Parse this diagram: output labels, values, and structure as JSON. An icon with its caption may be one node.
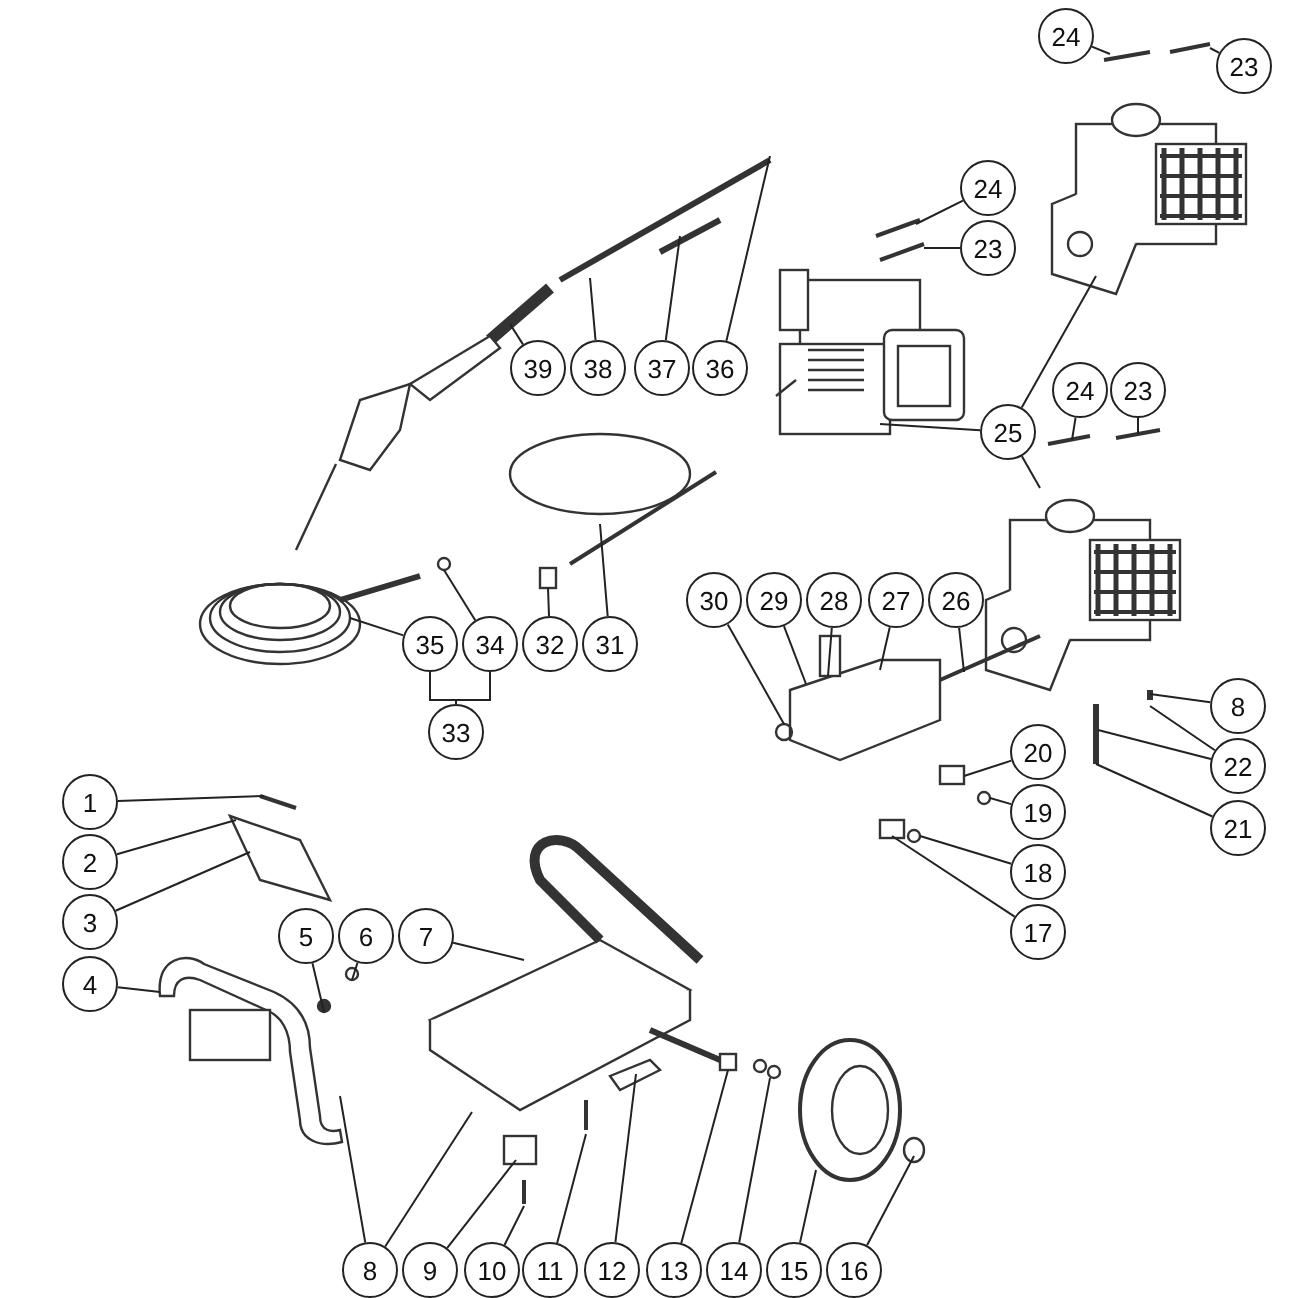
{
  "diagram": {
    "nodes": [
      {
        "text": [
          "24"
        ]
      },
      {
        "text": [
          "23"
        ]
      },
      {
        "text": [
          "24"
        ]
      },
      {
        "text": [
          "23"
        ]
      },
      {
        "text": [
          "39"
        ]
      },
      {
        "text": [
          "38"
        ]
      },
      {
        "text": [
          "37"
        ]
      },
      {
        "text": [
          "36"
        ]
      },
      {
        "text": [
          "24"
        ]
      },
      {
        "text": [
          "23"
        ]
      },
      {
        "text": [
          "25"
        ]
      },
      {
        "text": [
          "30"
        ]
      },
      {
        "text": [
          "29"
        ]
      },
      {
        "text": [
          "28"
        ]
      },
      {
        "text": [
          "27"
        ]
      },
      {
        "text": [
          "26"
        ]
      },
      {
        "text": [
          "35"
        ]
      },
      {
        "text": [
          "34"
        ]
      },
      {
        "text": [
          "32"
        ]
      },
      {
        "text": [
          "31"
        ]
      },
      {
        "text": [
          "8"
        ]
      },
      {
        "text": [
          "33"
        ]
      },
      {
        "text": [
          "20"
        ]
      },
      {
        "text": [
          "22"
        ]
      },
      {
        "text": [
          "19"
        ]
      },
      {
        "text": [
          "1"
        ]
      },
      {
        "text": [
          "21"
        ]
      },
      {
        "text": [
          "2"
        ]
      },
      {
        "text": [
          "18"
        ]
      },
      {
        "text": [
          "3"
        ]
      },
      {
        "text": [
          "17"
        ]
      },
      {
        "text": [
          "5"
        ]
      },
      {
        "text": [
          "6"
        ]
      },
      {
        "text": [
          "7"
        ]
      },
      {
        "text": [
          "4"
        ]
      },
      {
        "text": [
          "8"
        ]
      },
      {
        "text": [
          "9"
        ]
      },
      {
        "text": [
          "10"
        ]
      },
      {
        "text": [
          "11"
        ]
      },
      {
        "text": [
          "12"
        ]
      },
      {
        "text": [
          "13"
        ]
      },
      {
        "text": [
          "14"
        ]
      },
      {
        "text": [
          "15"
        ]
      },
      {
        "text": [
          "16"
        ]
      }
    ],
    "edges": [
      {
        "from": 0,
        "to": null,
        "arrow": "none"
      },
      {
        "from": 1,
        "to": null,
        "arrow": "none"
      },
      {
        "from": 2,
        "to": null,
        "arrow": "none"
      },
      {
        "from": 3,
        "to": null,
        "arrow": "none"
      },
      {
        "from": 4,
        "to": null,
        "arrow": "none"
      },
      {
        "from": 5,
        "to": null,
        "arrow": "none"
      },
      {
        "from": 6,
        "to": null,
        "arrow": "none"
      },
      {
        "from": 7,
        "to": null,
        "arrow": "none"
      },
      {
        "from": 8,
        "to": null,
        "arrow": "none"
      },
      {
        "from": 9,
        "to": null,
        "arrow": "none"
      },
      {
        "from": 10,
        "to": null,
        "arrow": "none"
      },
      {
        "from": 10,
        "to": null,
        "arrow": "none"
      },
      {
        "from": 10,
        "to": null,
        "arrow": "none"
      },
      {
        "from": 11,
        "to": null,
        "arrow": "none"
      },
      {
        "from": 12,
        "to": null,
        "arrow": "none"
      },
      {
        "from": 13,
        "to": null,
        "arrow": "none"
      },
      {
        "from": 14,
        "to": null,
        "arrow": "none"
      },
      {
        "from": 15,
        "to": null,
        "arrow": "none"
      },
      {
        "from": 16,
        "to": null,
        "arrow": "none"
      },
      {
        "from": 17,
        "to": null,
        "arrow": "none"
      },
      {
        "from": 18,
        "to": null,
        "arrow": "none"
      },
      {
        "from": 19,
        "to": null,
        "arrow": "none"
      },
      {
        "from": 20,
        "to": null,
        "arrow": "none"
      },
      {
        "from": 21,
        "to": 16,
        "arrow": "none"
      },
      {
        "from": 21,
        "to": 17,
        "arrow": "none"
      },
      {
        "from": 22,
        "to": null,
        "arrow": "none"
      },
      {
        "from": 23,
        "to": null,
        "arrow": "none"
      },
      {
        "from": 23,
        "to": null,
        "arrow": "none"
      },
      {
        "from": 24,
        "to": null,
        "arrow": "none"
      },
      {
        "from": 25,
        "to": null,
        "arrow": "none"
      },
      {
        "from": 26,
        "to": null,
        "arrow": "none"
      },
      {
        "from": 27,
        "to": null,
        "arrow": "none"
      },
      {
        "from": 28,
        "to": null,
        "arrow": "none"
      },
      {
        "from": 29,
        "to": null,
        "arrow": "none"
      },
      {
        "from": 30,
        "to": null,
        "arrow": "none"
      },
      {
        "from": 31,
        "to": null,
        "arrow": "none"
      },
      {
        "from": 32,
        "to": null,
        "arrow": "none"
      },
      {
        "from": 33,
        "to": null,
        "arrow": "none"
      },
      {
        "from": 34,
        "to": null,
        "arrow": "none"
      },
      {
        "from": 35,
        "to": null,
        "arrow": "none"
      },
      {
        "from": 35,
        "to": null,
        "arrow": "none"
      },
      {
        "from": 36,
        "to": null,
        "arrow": "none"
      },
      {
        "from": 37,
        "to": null,
        "arrow": "none"
      },
      {
        "from": 38,
        "to": null,
        "arrow": "none"
      },
      {
        "from": 39,
        "to": null,
        "arrow": "none"
      },
      {
        "from": 40,
        "to": null,
        "arrow": "none"
      },
      {
        "from": 41,
        "to": null,
        "arrow": "none"
      },
      {
        "from": 42,
        "to": null,
        "arrow": "none"
      },
      {
        "from": 43,
        "to": null,
        "arrow": "none"
      }
    ]
  }
}
